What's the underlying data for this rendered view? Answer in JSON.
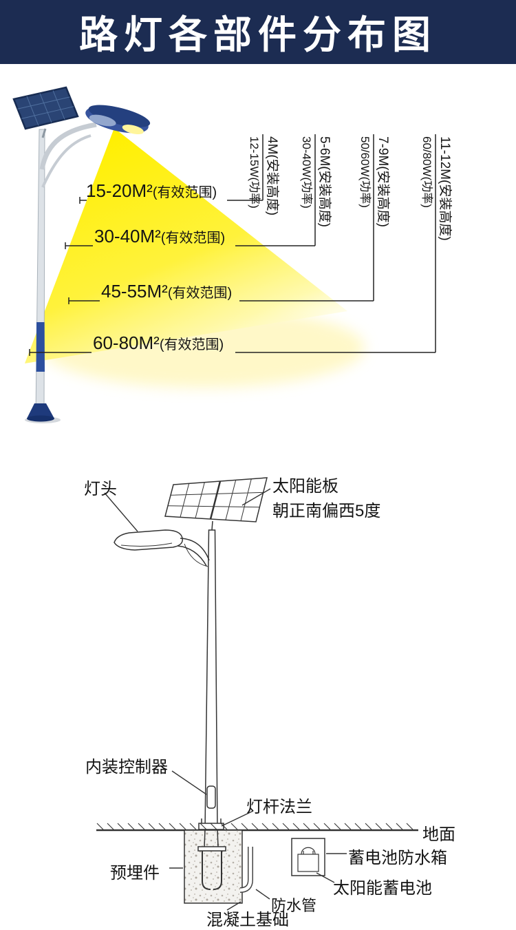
{
  "title": "路灯各部件分布图",
  "coverage": {
    "ranges": [
      {
        "value": "15-20M²",
        "note": "(有效范围)"
      },
      {
        "value": "30-40M²",
        "note": "(有效范围)"
      },
      {
        "value": "45-55M²",
        "note": "(有效范围)"
      },
      {
        "value": "60-80M²",
        "note": "(有效范围)"
      }
    ],
    "specs": [
      {
        "height": "4M(安装高度)",
        "power": "12-15W(功率)"
      },
      {
        "height": "5-6M(安装高度)",
        "power": "30-40W(功率)"
      },
      {
        "height": "7-9M(安装高度)",
        "power": "50/60W(功率)"
      },
      {
        "height": "11-12M(安装高度)",
        "power": "60/80W(功率)"
      }
    ]
  },
  "parts": {
    "lamp_head": "灯头",
    "solar_panel": "太阳能板",
    "solar_panel_angle": "朝正南偏西5度",
    "controller": "内装控制器",
    "pole_flange": "灯杆法兰",
    "ground": "地面",
    "battery_box": "蓄电池防水箱",
    "embedded_part": "预埋件",
    "solar_battery": "太阳能蓄电池",
    "waterproof_pipe": "防水管",
    "concrete_foundation": "混凝土基础"
  },
  "colors": {
    "banner": "#1c2c52",
    "beam_yellow": "#ffee00",
    "pole_blue": "#2c4f9e",
    "line_art": "#333333"
  }
}
